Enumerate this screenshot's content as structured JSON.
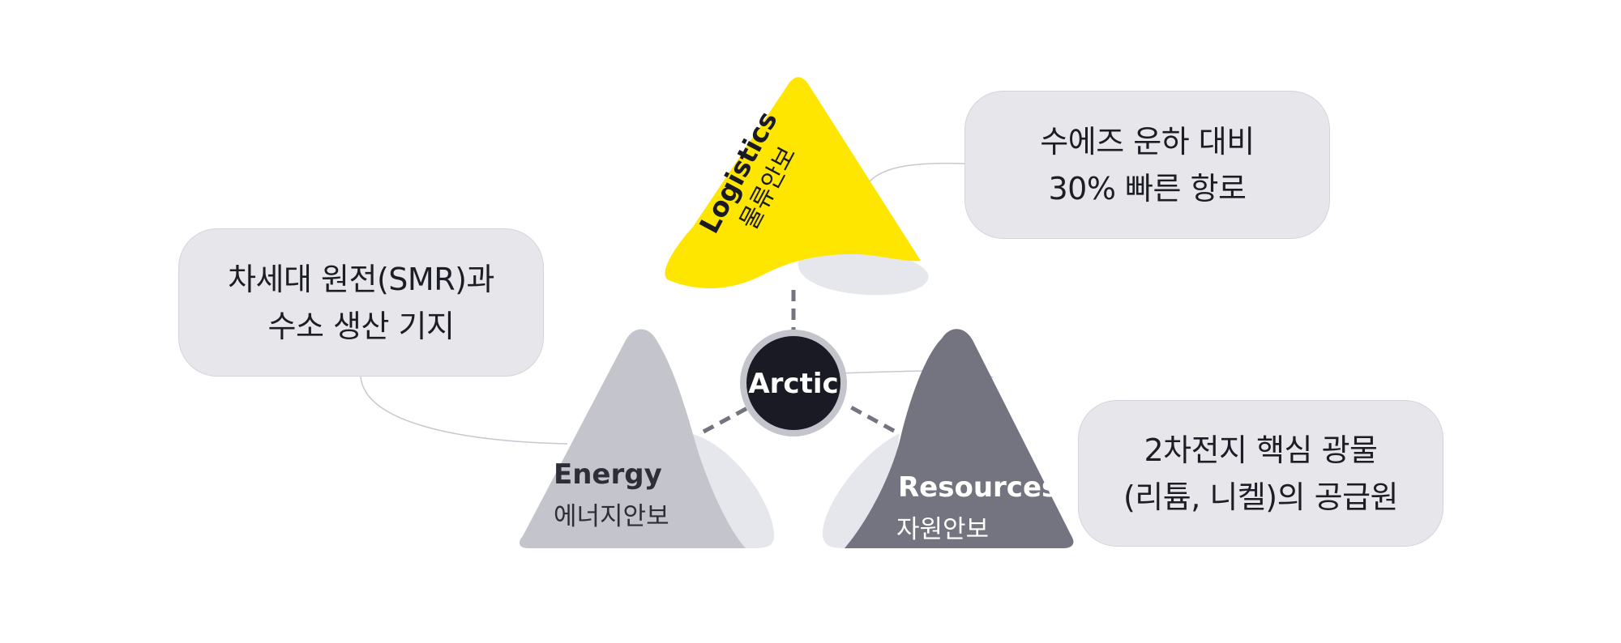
{
  "center": {
    "label": "Arctic"
  },
  "peaks": {
    "logistics": {
      "title": "Logistics",
      "subtitle": "물류안보",
      "color": "#ffe600"
    },
    "energy": {
      "title": "Energy",
      "subtitle": "에너지안보",
      "color": "#c4c4cd"
    },
    "resources": {
      "title": "Resources",
      "subtitle": "자원안보",
      "color": "#747480"
    }
  },
  "bubbles": {
    "energy": {
      "line1": "차세대 원전(SMR)과",
      "line2": "수소 생산 기지"
    },
    "logistics": {
      "line1": "수에즈 운하 대비",
      "line2": "30% 빠른 항로"
    },
    "resources": {
      "line1": "2차전지 핵심 광물",
      "line2": "(리튬, 니켈)의 공급원"
    }
  },
  "colors": {
    "center_fill": "#1a1a24",
    "center_ring": "#c4c4cd",
    "bubble_fill": "#e6e6eb",
    "connector": "#747480",
    "shadow": "#e6e6ed"
  }
}
